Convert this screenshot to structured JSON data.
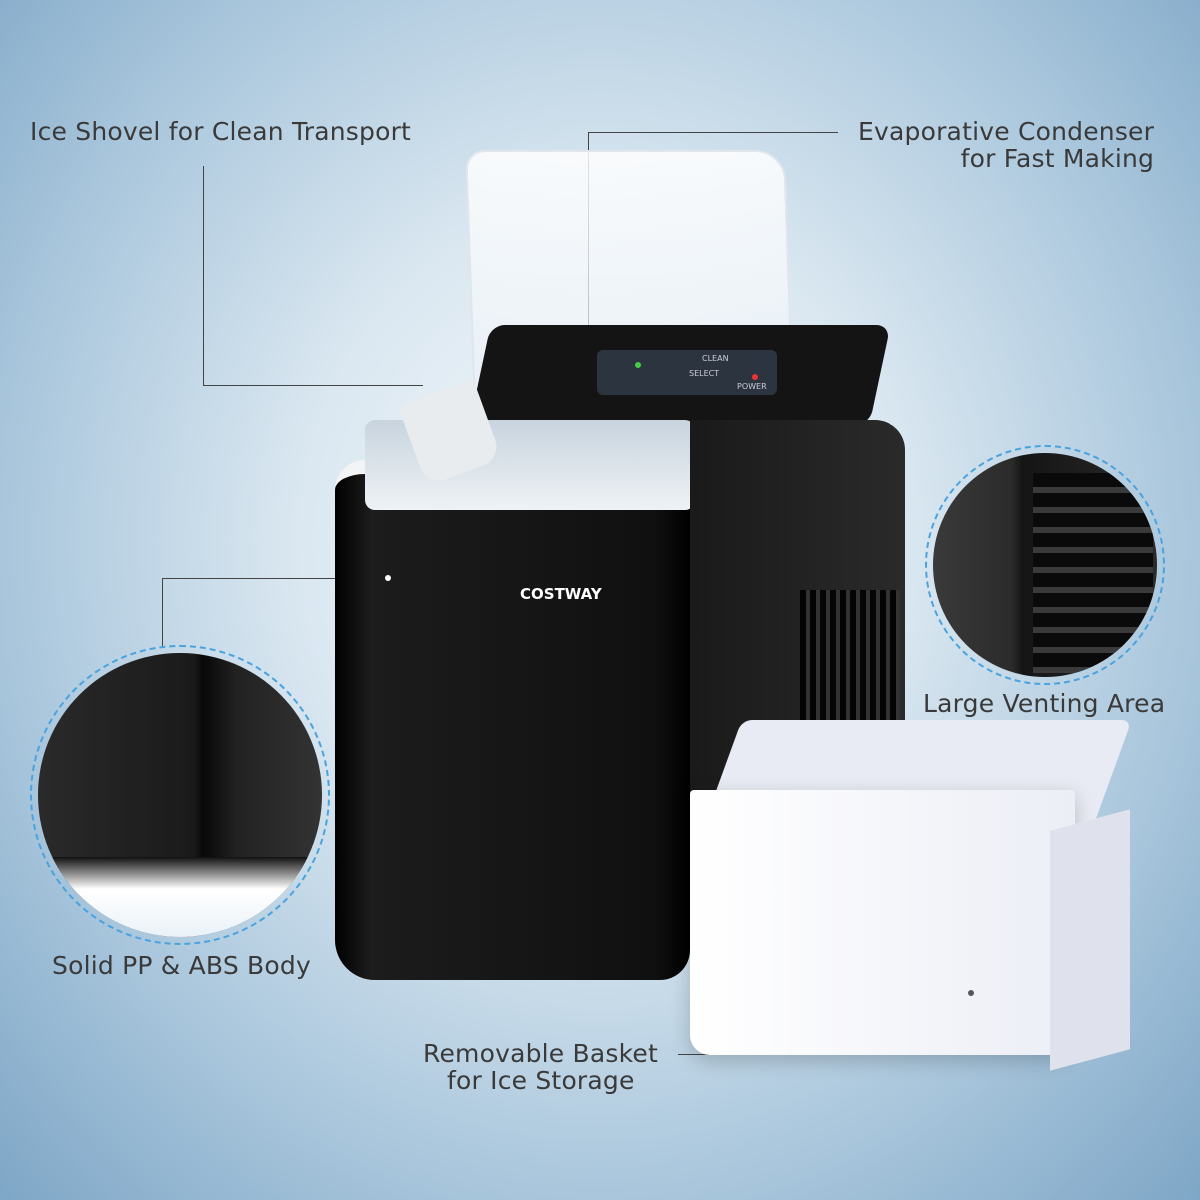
{
  "callouts": {
    "shovel": "Ice Shovel for Clean Transport",
    "condenser_1": "Evaporative Condenser",
    "condenser_2": "for Fast Making",
    "venting": "Large Venting Area",
    "body": "Solid PP & ABS Body",
    "basket_1": "Removable Basket",
    "basket_2": "for Ice Storage"
  },
  "product": {
    "brand": "COSTWAY",
    "panel": {
      "clean": "CLEAN",
      "select": "SELECT",
      "power": "POWER"
    }
  },
  "colors": {
    "accent": "#4aa3df",
    "body": "#111111"
  }
}
